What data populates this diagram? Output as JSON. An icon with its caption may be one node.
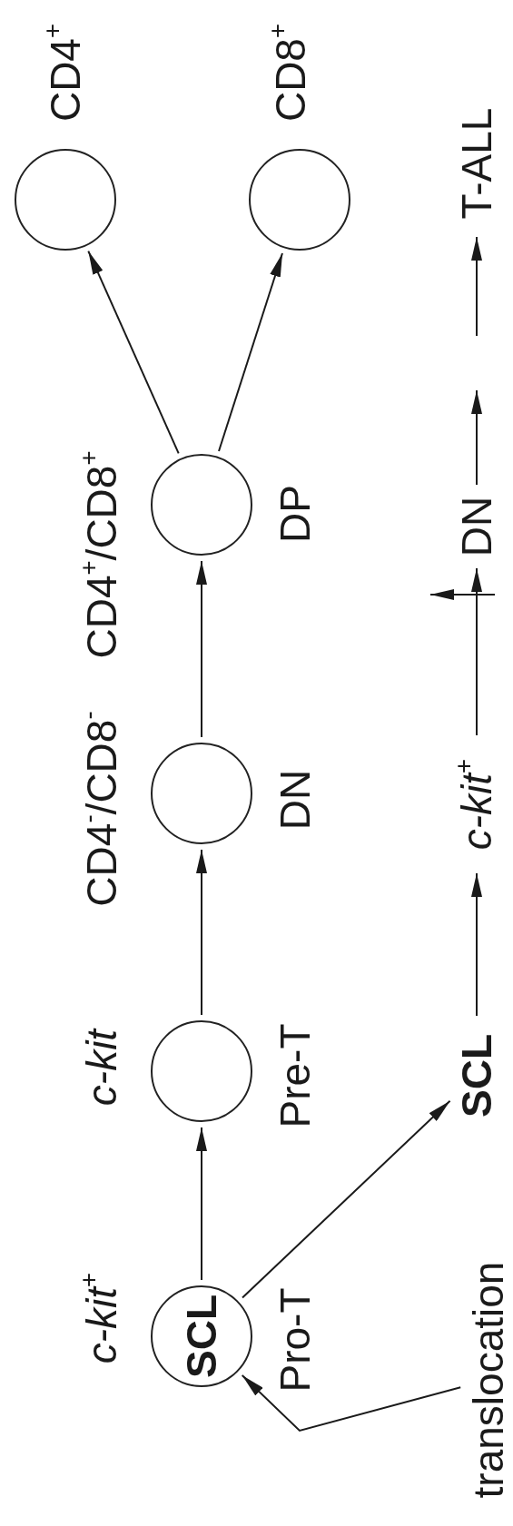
{
  "diagram": {
    "nodes": [
      {
        "text": [
          "translocation"
        ]
      },
      {
        "text": [
          "SCL"
        ],
        "beside": [
          "*c-kit*$^{+}$",
          "Pro-T"
        ]
      },
      {
        "text": [],
        "shape": "circle",
        "beside": [
          "c-kit",
          "Pre-T"
        ]
      },
      {
        "text": [],
        "shape": "circle",
        "beside": [
          "CD4$^{-}$/CD8$^{-}$",
          "DN"
        ]
      },
      {
        "text": [],
        "shape": "circle",
        "beside": [
          "CD4$^{+}$/CD8$^{+}$",
          "DP"
        ]
      },
      {
        "text": [],
        "shape": "circle",
        "beside": [
          "CD4$^{+}$"
        ]
      },
      {
        "text": [],
        "shape": "circle",
        "beside": [
          "CD8$^{+}$"
        ]
      },
      {
        "text": [
          "SCL"
        ]
      },
      {
        "text": [
          "*c-kit*$^{+}$"
        ]
      },
      {
        "text": [
          "DN"
        ]
      },
      {
        "text": [
          "T-ALL"
        ]
      }
    ],
    "edges": [
      {
        "from": 0,
        "to": 1,
        "arrow": "to"
      },
      {
        "from": 1,
        "to": 2,
        "arrow": "to"
      },
      {
        "from": 2,
        "to": 3,
        "arrow": "to"
      },
      {
        "from": 3,
        "to": 4,
        "arrow": "to"
      },
      {
        "from": 4,
        "to": 5,
        "arrow": "to"
      },
      {
        "from": 4,
        "to": 6,
        "arrow": "to"
      },
      {
        "from": 1,
        "to": 7,
        "arrow": "to"
      },
      {
        "from": 7,
        "to": 8,
        "arrow": "to"
      },
      {
        "from": 8,
        "to": 9,
        "arrow": "to"
      },
      {
        "from": 9,
        "to": null,
        "arrow": "to"
      },
      {
        "from": null,
        "to": 10,
        "arrow": "to"
      }
    ]
  }
}
